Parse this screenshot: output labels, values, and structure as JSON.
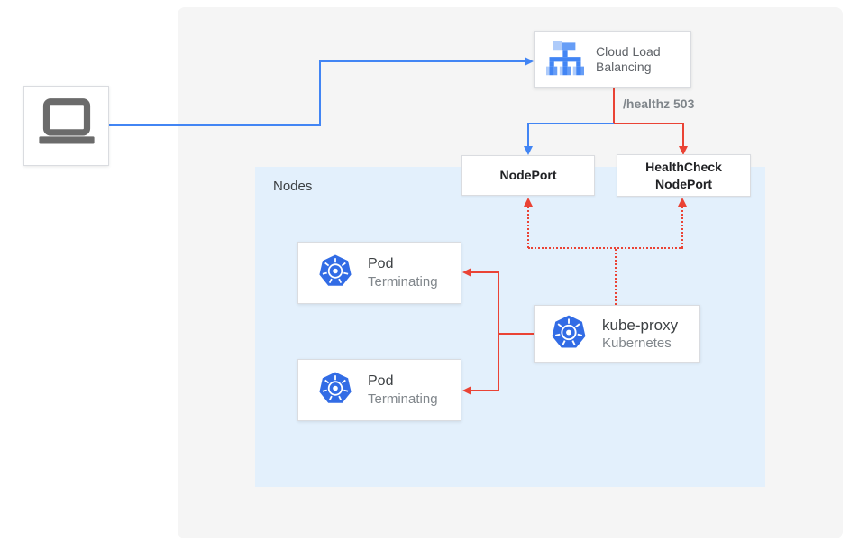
{
  "diagram": {
    "client": {
      "icon": "laptop-icon"
    },
    "cloud_load_balancing": {
      "title": "Cloud Load Balancing",
      "icon": "cloud-load-balancing-icon"
    },
    "healthz_label": "/healthz 503",
    "nodeport": {
      "label": "NodePort"
    },
    "healthcheck_nodeport": {
      "label": "HealthCheck NodePort"
    },
    "nodes_group": {
      "label": "Nodes"
    },
    "pods": [
      {
        "title": "Pod",
        "status": "Terminating"
      },
      {
        "title": "Pod",
        "status": "Terminating"
      }
    ],
    "kube_proxy": {
      "title": "kube-proxy",
      "subtitle": "Kubernetes"
    },
    "colors": {
      "traffic_blue": "#4285f4",
      "healthcheck_red": "#ea4335",
      "nodes_bg": "#e3f0fc",
      "panel_bg": "#f5f5f5",
      "box_border": "#dadce0",
      "kubernetes_blue": "#326ce5",
      "lb_icon_blue": "#4285f4",
      "lb_icon_light_blue": "#aecbfa"
    }
  }
}
